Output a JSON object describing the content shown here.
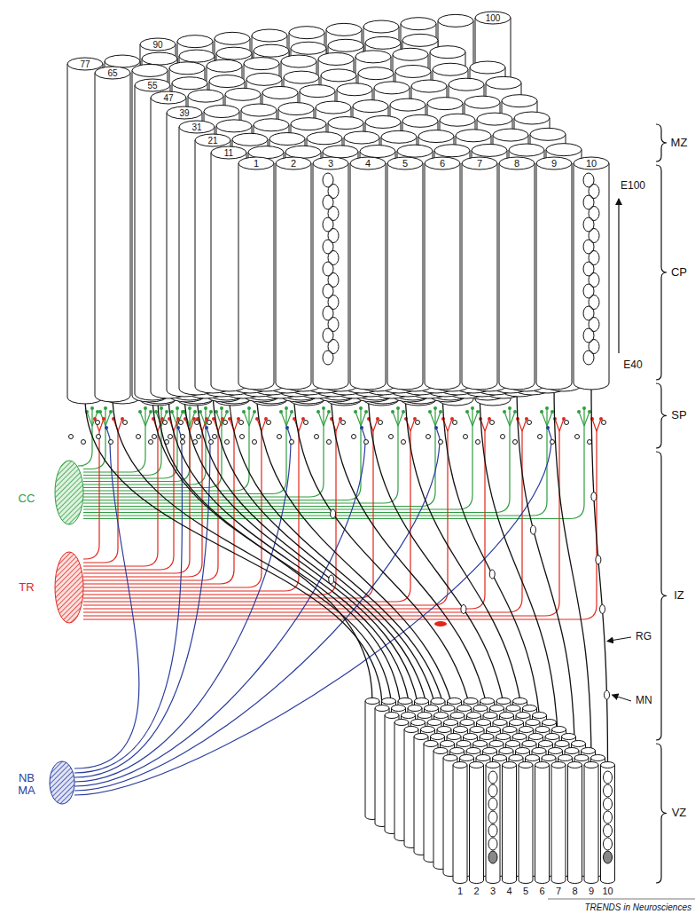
{
  "diagram": {
    "labels": [
      "100",
      "90",
      "77",
      "65",
      "55",
      "47",
      "39",
      "31",
      "21",
      "11",
      "1",
      "2",
      "3",
      "4",
      "5",
      "6",
      "7",
      "8",
      "9",
      "10",
      "MZ",
      "E100",
      "CP",
      "E40",
      "SP",
      "CC",
      "RG",
      "TR",
      "MN",
      "IZ",
      "NB MA",
      "VZ",
      "1",
      "2",
      "3",
      "4",
      "5",
      "6",
      "7",
      "8",
      "9",
      "10",
      "TRENDS in Neurosciences"
    ]
  }
}
